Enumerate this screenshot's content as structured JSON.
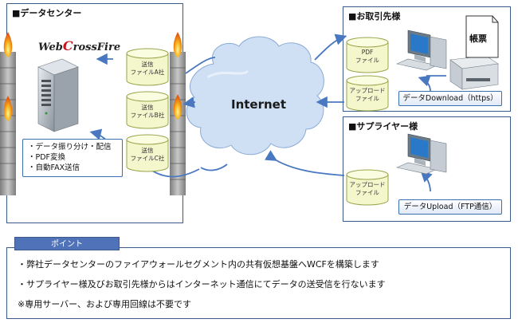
{
  "datacenter": {
    "title": "■データセンター",
    "logo_prefix": "Web",
    "logo_c": "C",
    "logo_suffix": "rossFire",
    "features": [
      "・データ振り分け・配信",
      "・PDF変換",
      "・自動FAX送信"
    ],
    "files": [
      {
        "line1": "送信",
        "line2": "ファイルA社"
      },
      {
        "line1": "送信",
        "line2": "ファイルB社"
      },
      {
        "line1": "送信",
        "line2": "ファイルC社"
      }
    ]
  },
  "internet": {
    "label": "Internet"
  },
  "client": {
    "title": "■お取引先様",
    "files": [
      {
        "line1": "PDF",
        "line2": "ファイル"
      },
      {
        "line1": "アップロード",
        "line2": "ファイル"
      }
    ],
    "document_label": "帳票",
    "action_label": "データDownload（https）"
  },
  "supplier": {
    "title": "■サプライヤー様",
    "file": {
      "line1": "アップロード",
      "line2": "ファイル"
    },
    "action_label": "データUpload（FTP通信）"
  },
  "points": {
    "header": "ポイント",
    "items": [
      "・弊社データセンターのファイアウォールセグメント内の共有仮想基盤へWCFを構築します",
      "・サプライヤー様及びお取引先様からはインターネット通信にてデータの送受信を行ないます",
      "※専用サーバー、および専用回線は不要です"
    ]
  },
  "colors": {
    "frame": "#3a5a8c",
    "arrow": "#4a78c0",
    "cloud": "#cfe0f5",
    "fire": "#f28a1a"
  }
}
